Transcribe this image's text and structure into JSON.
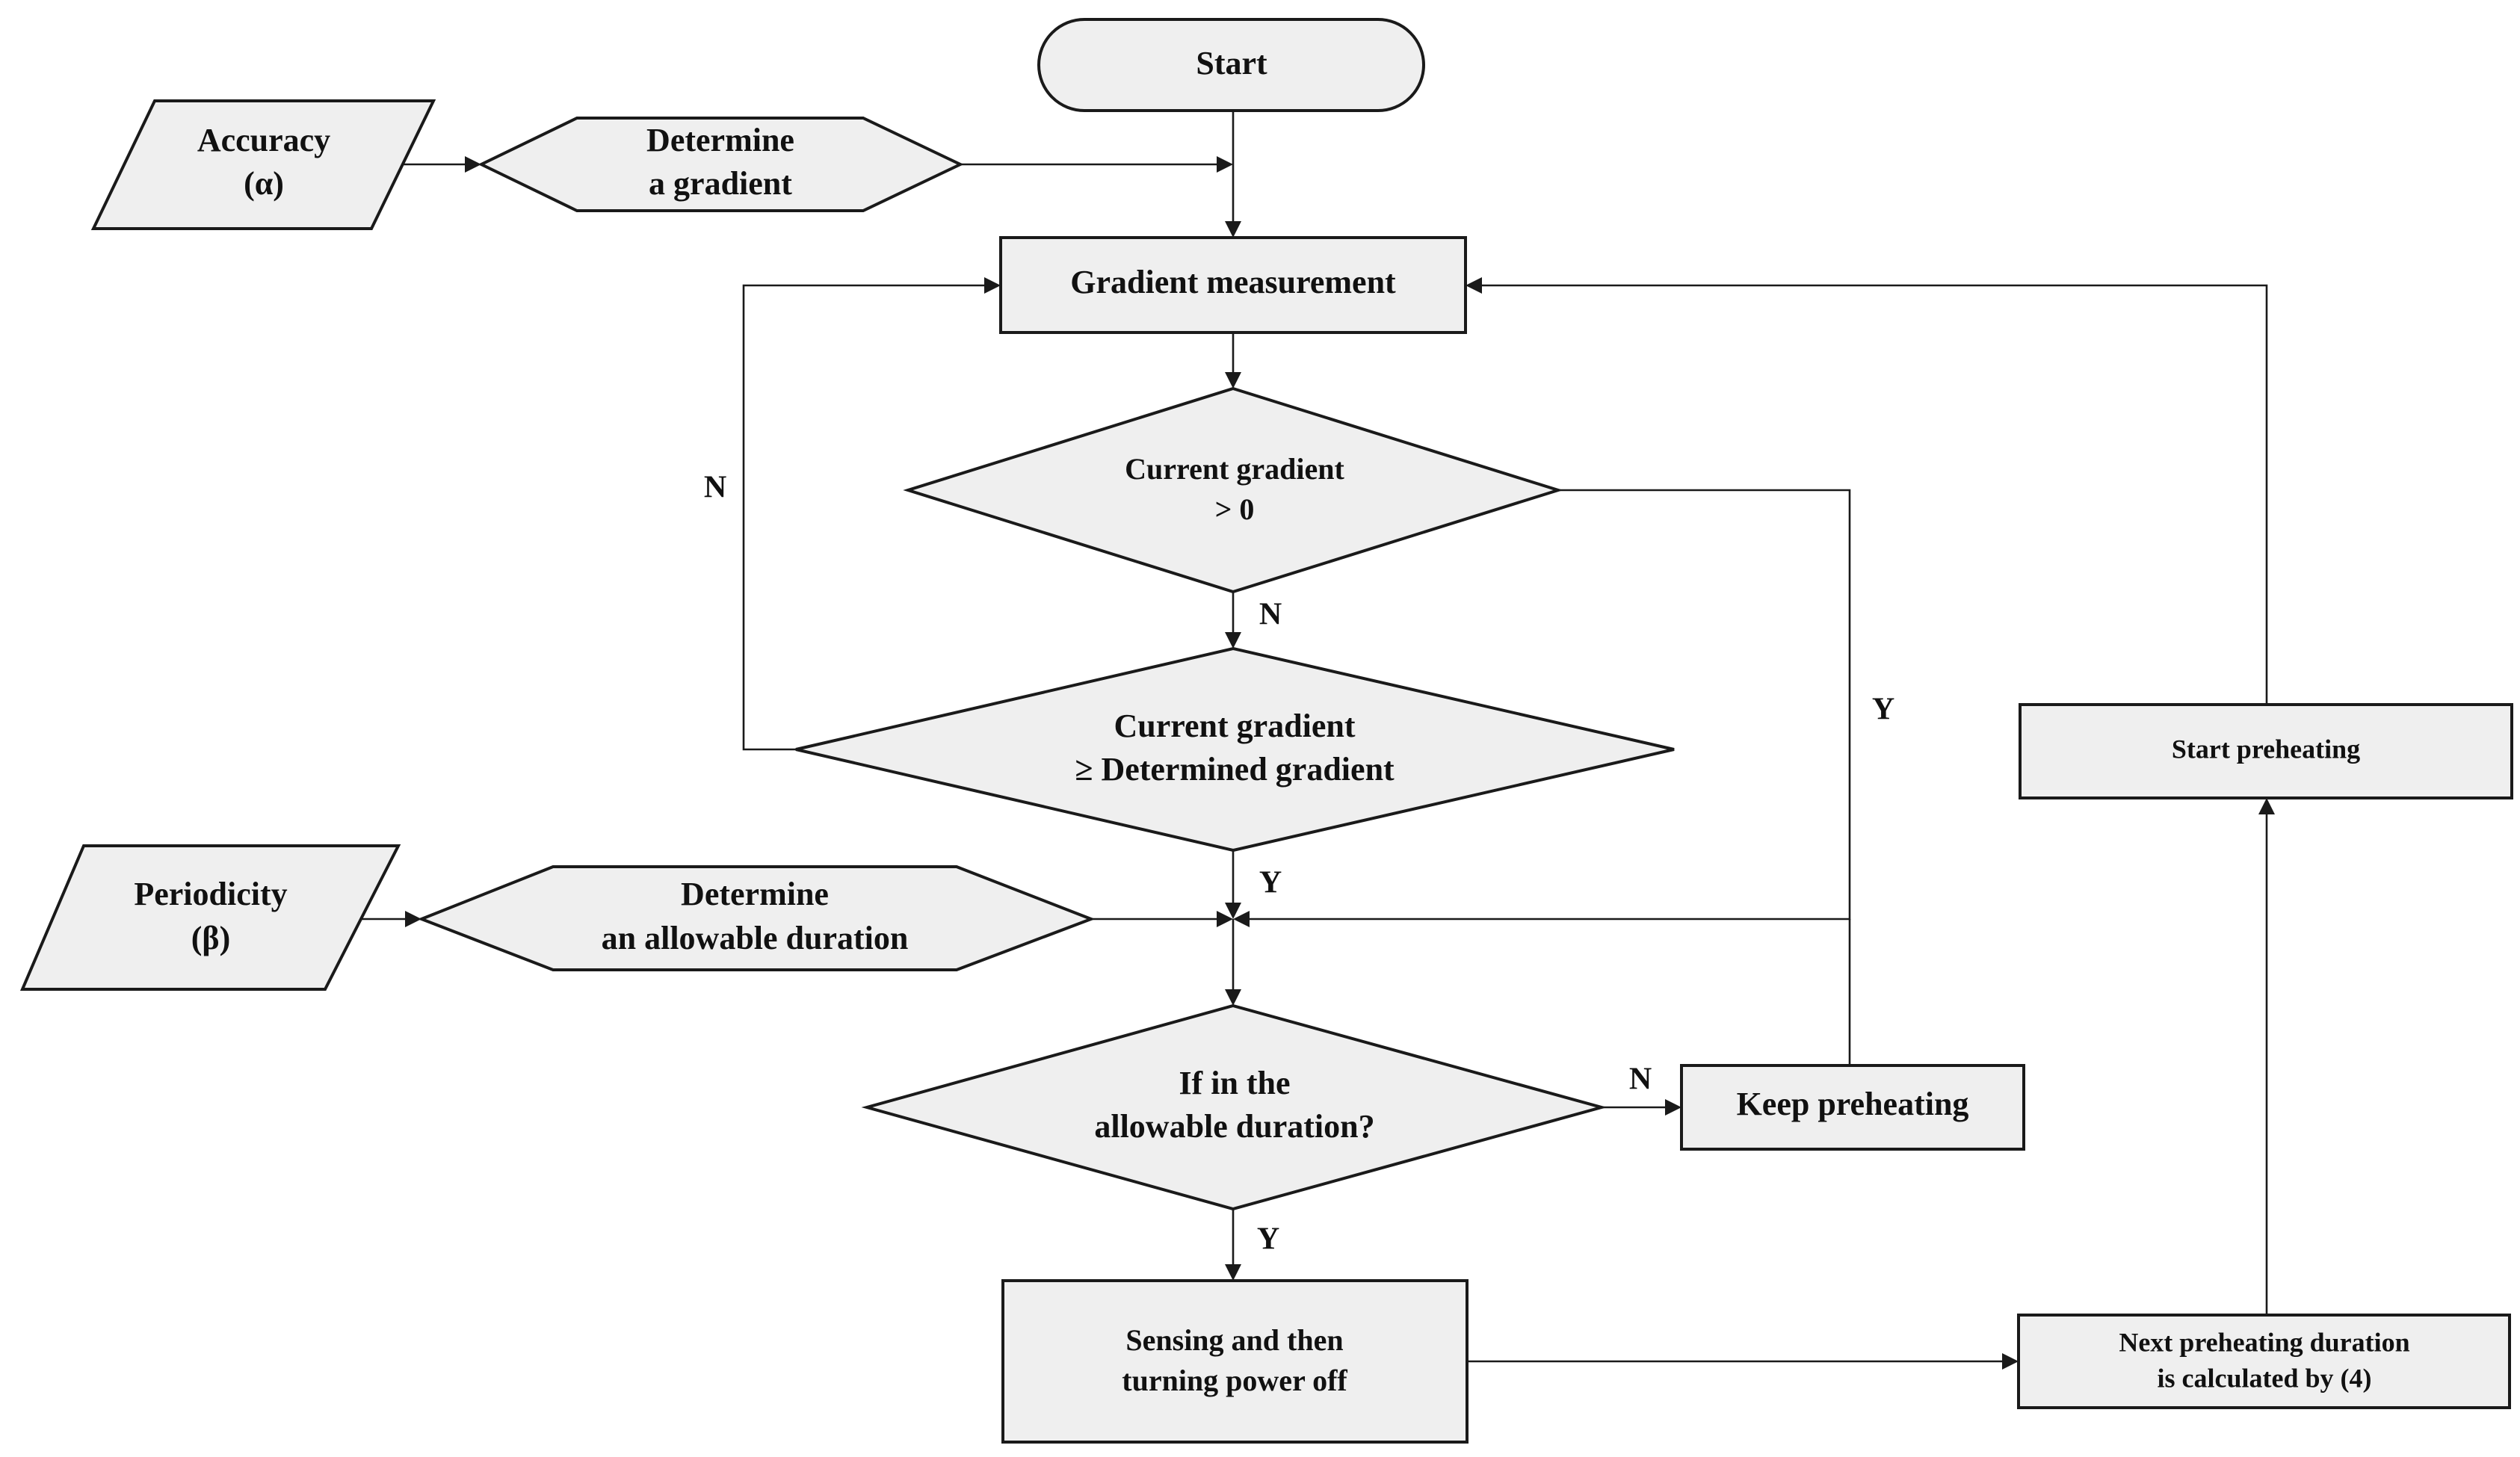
{
  "nodes": {
    "start": "Start",
    "accuracy": [
      "Accuracy",
      "(α)"
    ],
    "determine_gradient": [
      "Determine",
      "a gradient"
    ],
    "gradient_measurement": "Gradient measurement",
    "current_gt0": [
      "Current gradient",
      "> 0"
    ],
    "current_ge_det": [
      "Current gradient",
      "≥ Determined gradient"
    ],
    "periodicity": [
      "Periodicity",
      "(β)"
    ],
    "determine_duration": [
      "Determine",
      "an allowable duration"
    ],
    "in_duration": [
      "If in the",
      "allowable duration?"
    ],
    "keep_preheating": "Keep preheating",
    "sensing": [
      "Sensing and then",
      "turning power off"
    ],
    "next_duration": [
      "Next preheating duration",
      "is calculated by (4)"
    ],
    "start_preheating": "Start preheating"
  },
  "edge_labels": {
    "gt0_no": "N",
    "gt0_yes": "Y",
    "ge_no": "N",
    "ge_yes": "Y",
    "duration_no": "N",
    "duration_yes": "Y"
  }
}
